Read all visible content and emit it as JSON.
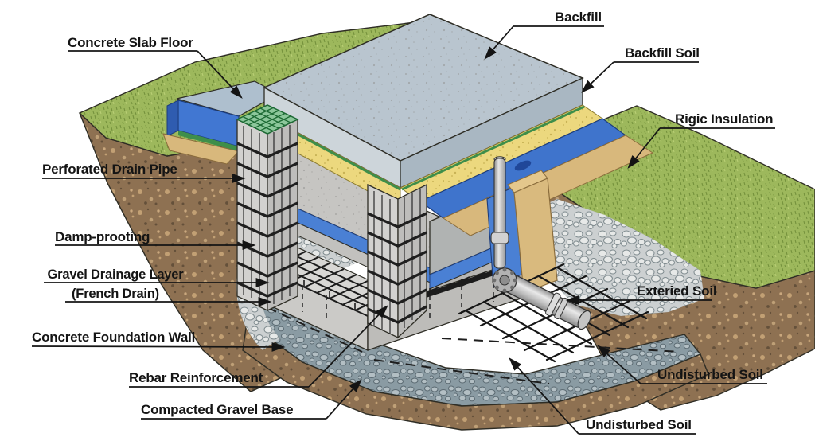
{
  "figure": {
    "description": "Isometric cutaway illustration of a residential concrete foundation system showing slab, walls, drainage and soil layers"
  },
  "colors": {
    "background": "#ffffff",
    "grass_green": "#9db85c",
    "soil_brown": "#8b6f50",
    "concrete_gray": "#c6c5c2",
    "slab_top": "#b9c5cf",
    "insulation_yellow": "#ecd87e",
    "membrane_blue": "#4077d0",
    "gravel_light": "#ccd0d1",
    "gravel_base_bluegray": "#8a9ba3",
    "form_board_tan": "#d9ba7e",
    "mesh_green": "#8cc79b",
    "leader_line": "#141414"
  },
  "labels": [
    {
      "id": "concrete-slab-floor",
      "text": "Concrete Slab Floor"
    },
    {
      "id": "backfill",
      "text": "Backfill"
    },
    {
      "id": "backfill-soil",
      "text": "Backfill Soil"
    },
    {
      "id": "rigid-insulation",
      "text": "Rigic Insulation"
    },
    {
      "id": "perforated-drain-pipe",
      "text": "Perforated Drain Pipe"
    },
    {
      "id": "damp-proofing",
      "text": "Damp-prooting"
    },
    {
      "id": "gravel-drainage-layer",
      "text": "Gravel Drainage Layer\n(French Drain)"
    },
    {
      "id": "concrete-foundation-wall",
      "text": "Concrete Foundation Wall"
    },
    {
      "id": "rebar-reinforcement",
      "text": "Rebar Reinforcement"
    },
    {
      "id": "compacted-gravel-base",
      "text": "Compacted Gravel Base"
    },
    {
      "id": "exterior-soil",
      "text": "Exteried Soil"
    },
    {
      "id": "undisturbed-soil-right",
      "text": "Undisturbed Soil"
    },
    {
      "id": "undisturbed-soil-bottom",
      "text": "Undisturbed Soil"
    }
  ]
}
